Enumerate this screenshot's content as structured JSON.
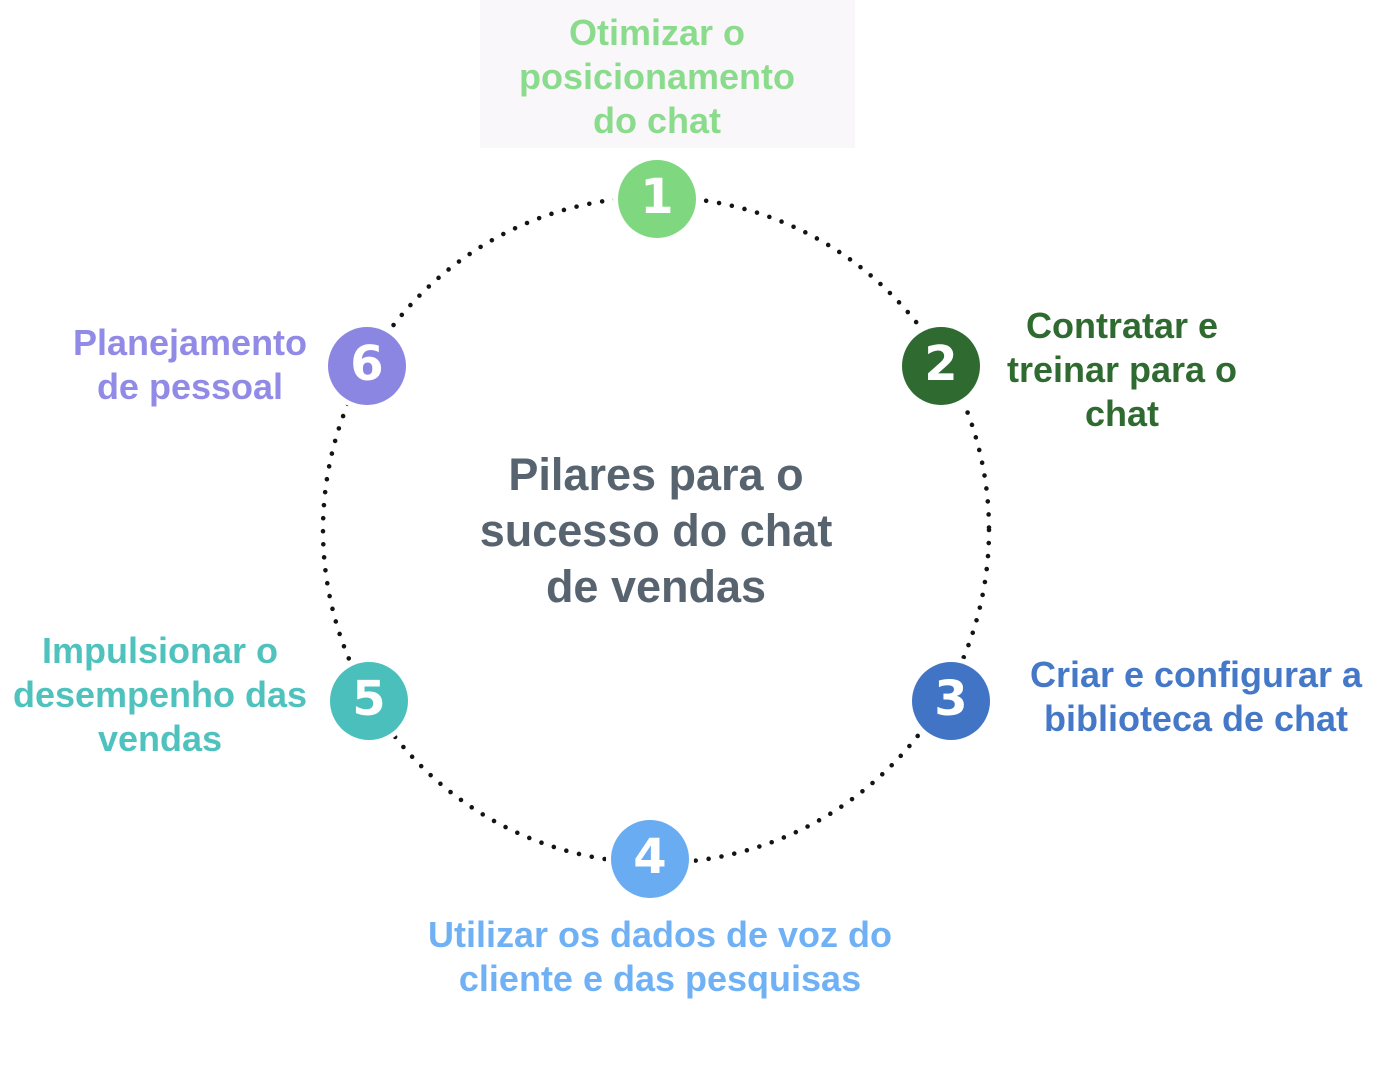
{
  "title": {
    "text": "Pilares para o\nsucesso do chat\nde vendas",
    "color": "#57646F"
  },
  "ring": {
    "color": "#141414"
  },
  "highlight": {
    "color": "#FAF7FB"
  },
  "number_text_color": "#FFFFFF",
  "nodes": [
    {
      "number": "1",
      "label": "Otimizar o\nposicionamento\ndo chat",
      "circle_color": "#7FD880",
      "label_color": "#8ADC8C"
    },
    {
      "number": "2",
      "label": "Contratar e\ntreinar para o\nchat",
      "circle_color": "#2F6B30",
      "label_color": "#2F6B30"
    },
    {
      "number": "3",
      "label": "Criar e configurar a\nbiblioteca de chat",
      "circle_color": "#4274C5",
      "label_color": "#4678C8"
    },
    {
      "number": "4",
      "label": "Utilizar os dados de voz do\ncliente e das pesquisas",
      "circle_color": "#69ACF2",
      "label_color": "#6FB1F4"
    },
    {
      "number": "5",
      "label": "Impulsionar o\ndesempenho das\nvendas",
      "circle_color": "#4BBFBC",
      "label_color": "#4FC2BE"
    },
    {
      "number": "6",
      "label": "Planejamento\nde pessoal",
      "circle_color": "#8C86E3",
      "label_color": "#918AE6"
    }
  ]
}
